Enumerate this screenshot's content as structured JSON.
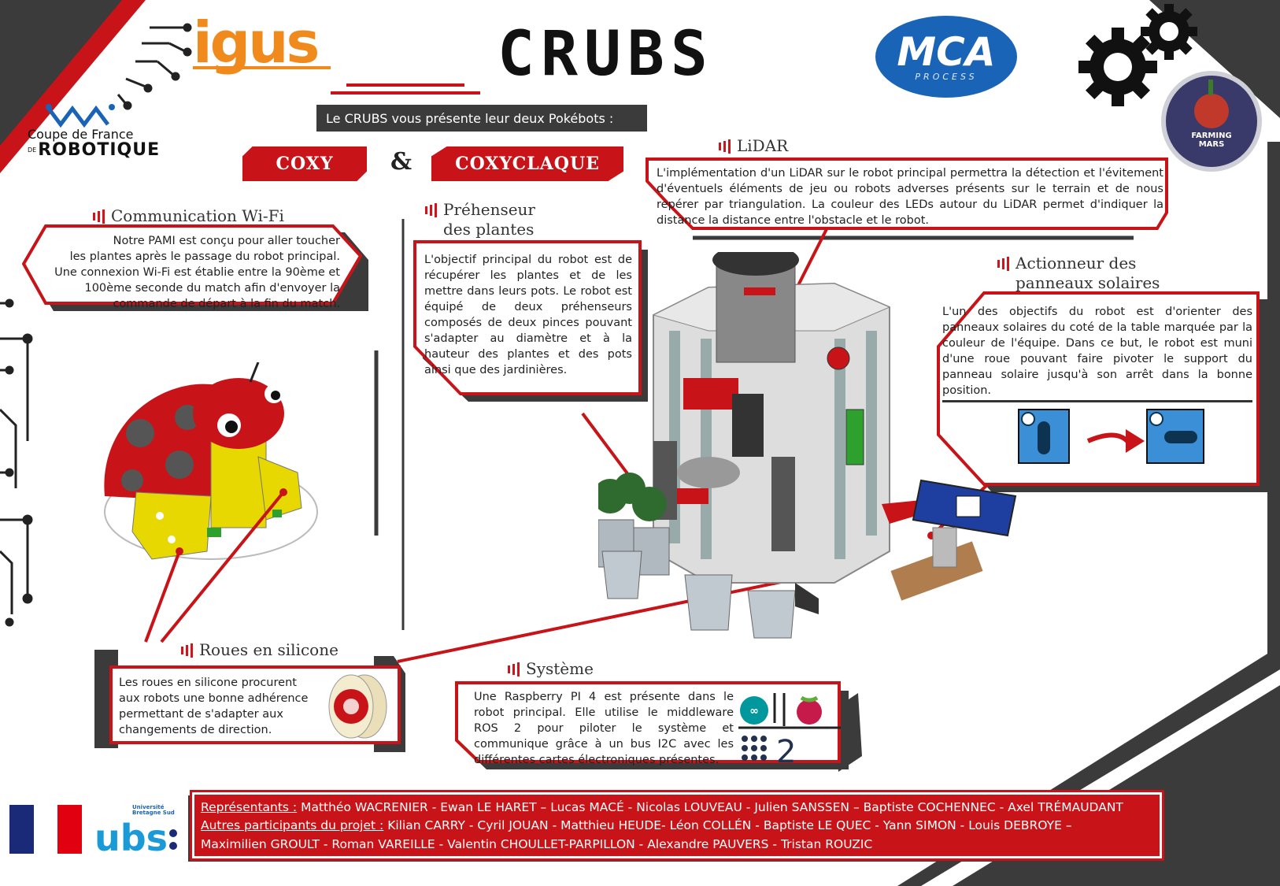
{
  "header": {
    "igus_logo": "igus",
    "crubs_logo": "CRUBS",
    "mca_logo": "MCA",
    "mca_sub": "PROCESS",
    "cdr_line1": "Coupe de France",
    "cdr_line2": "ROBOTIQUE",
    "cdr_prefix": "DE",
    "farming_mars_line1": "FARMING",
    "farming_mars_line2": "MARS"
  },
  "intro": "Le CRUBS vous présente leur deux Pokébots :",
  "robots": {
    "left": "COXY",
    "amp": "&",
    "right": "COXYCLAQUE"
  },
  "sections": {
    "wifi": {
      "title": "Communication Wi-Fi",
      "text": "Notre PAMI est conçu pour aller toucher\nles plantes après le passage du robot principal.\nUne connexion Wi-Fi est établie entre  la 90ème  et\n100ème  seconde du match afin d'envoyer la\ncommande de départ à la fin du match."
    },
    "preh": {
      "title_l1": "Préhenseur",
      "title_l2": "des plantes",
      "text": "L'objectif principal du robot est de récupérer les plantes et de les mettre dans leurs pots. Le robot est équipé de deux préhenseurs composés de deux pinces pouvant s'adapter au diamètre et à  la hauteur des plantes et des pots ainsi que des jardinières."
    },
    "lidar": {
      "title": "LiDAR",
      "text": "L'implémentation d'un LiDAR sur le robot principal permettra la détection et l'évitement d'éventuels éléments de jeu ou robots adverses  présents sur le terrain et de nous repérer par triangulation. La couleur des LEDs autour du LiDAR  permet d'indiquer la distance la distance entre l'obstacle et le robot."
    },
    "solar": {
      "title_l1": "Actionneur des",
      "title_l2": "panneaux solaires",
      "text": "L'un des objectifs du robot est d'orienter des panneaux solaires du coté de la table marquée par la couleur de l'équipe. Dans ce but, le robot est muni d'une roue pouvant faire pivoter le support du panneau solaire jusqu'à son arrêt dans la bonne position."
    },
    "roues": {
      "title": "Roues en silicone",
      "text": "Les roues en silicone procurent aux robots une bonne adhérence permettant de s'adapter aux changements de direction."
    },
    "systeme": {
      "title": "Système",
      "text": "Une Raspberry PI 4 est présente dans le robot principal. Elle utilise le middleware ROS 2 pour piloter le système et communique grâce à un bus I2C avec les différentes cartes électroniques présentes."
    }
  },
  "footer": {
    "ubs_label": "Université Bretagne Sud",
    "rep_label": "Représentants :",
    "rep_names": "  Matthéo WACRENIER - Ewan LE HARET – Lucas MACÉ -  Nicolas LOUVEAU - Julien SANSSEN – Baptiste COCHENNEC - Axel TRÉMAUDANT",
    "other_label": "Autres participants du projet :",
    "other_names": "  Kilian CARRY -  Cyril JOUAN - Matthieu HEUDE- Léon COLLÉN - Baptiste LE QUEC - Yann SIMON - Louis DEBROYE –",
    "other_names_l2": "Maximilien GROULT - Roman VAREILLE - Valentin CHOULLET-PARPILLON - Alexandre  PAUVERS - Tristan ROUZIC"
  },
  "colors": {
    "red": "#c81418",
    "dark": "#3b3b3b",
    "blue": "#1a64b8"
  }
}
